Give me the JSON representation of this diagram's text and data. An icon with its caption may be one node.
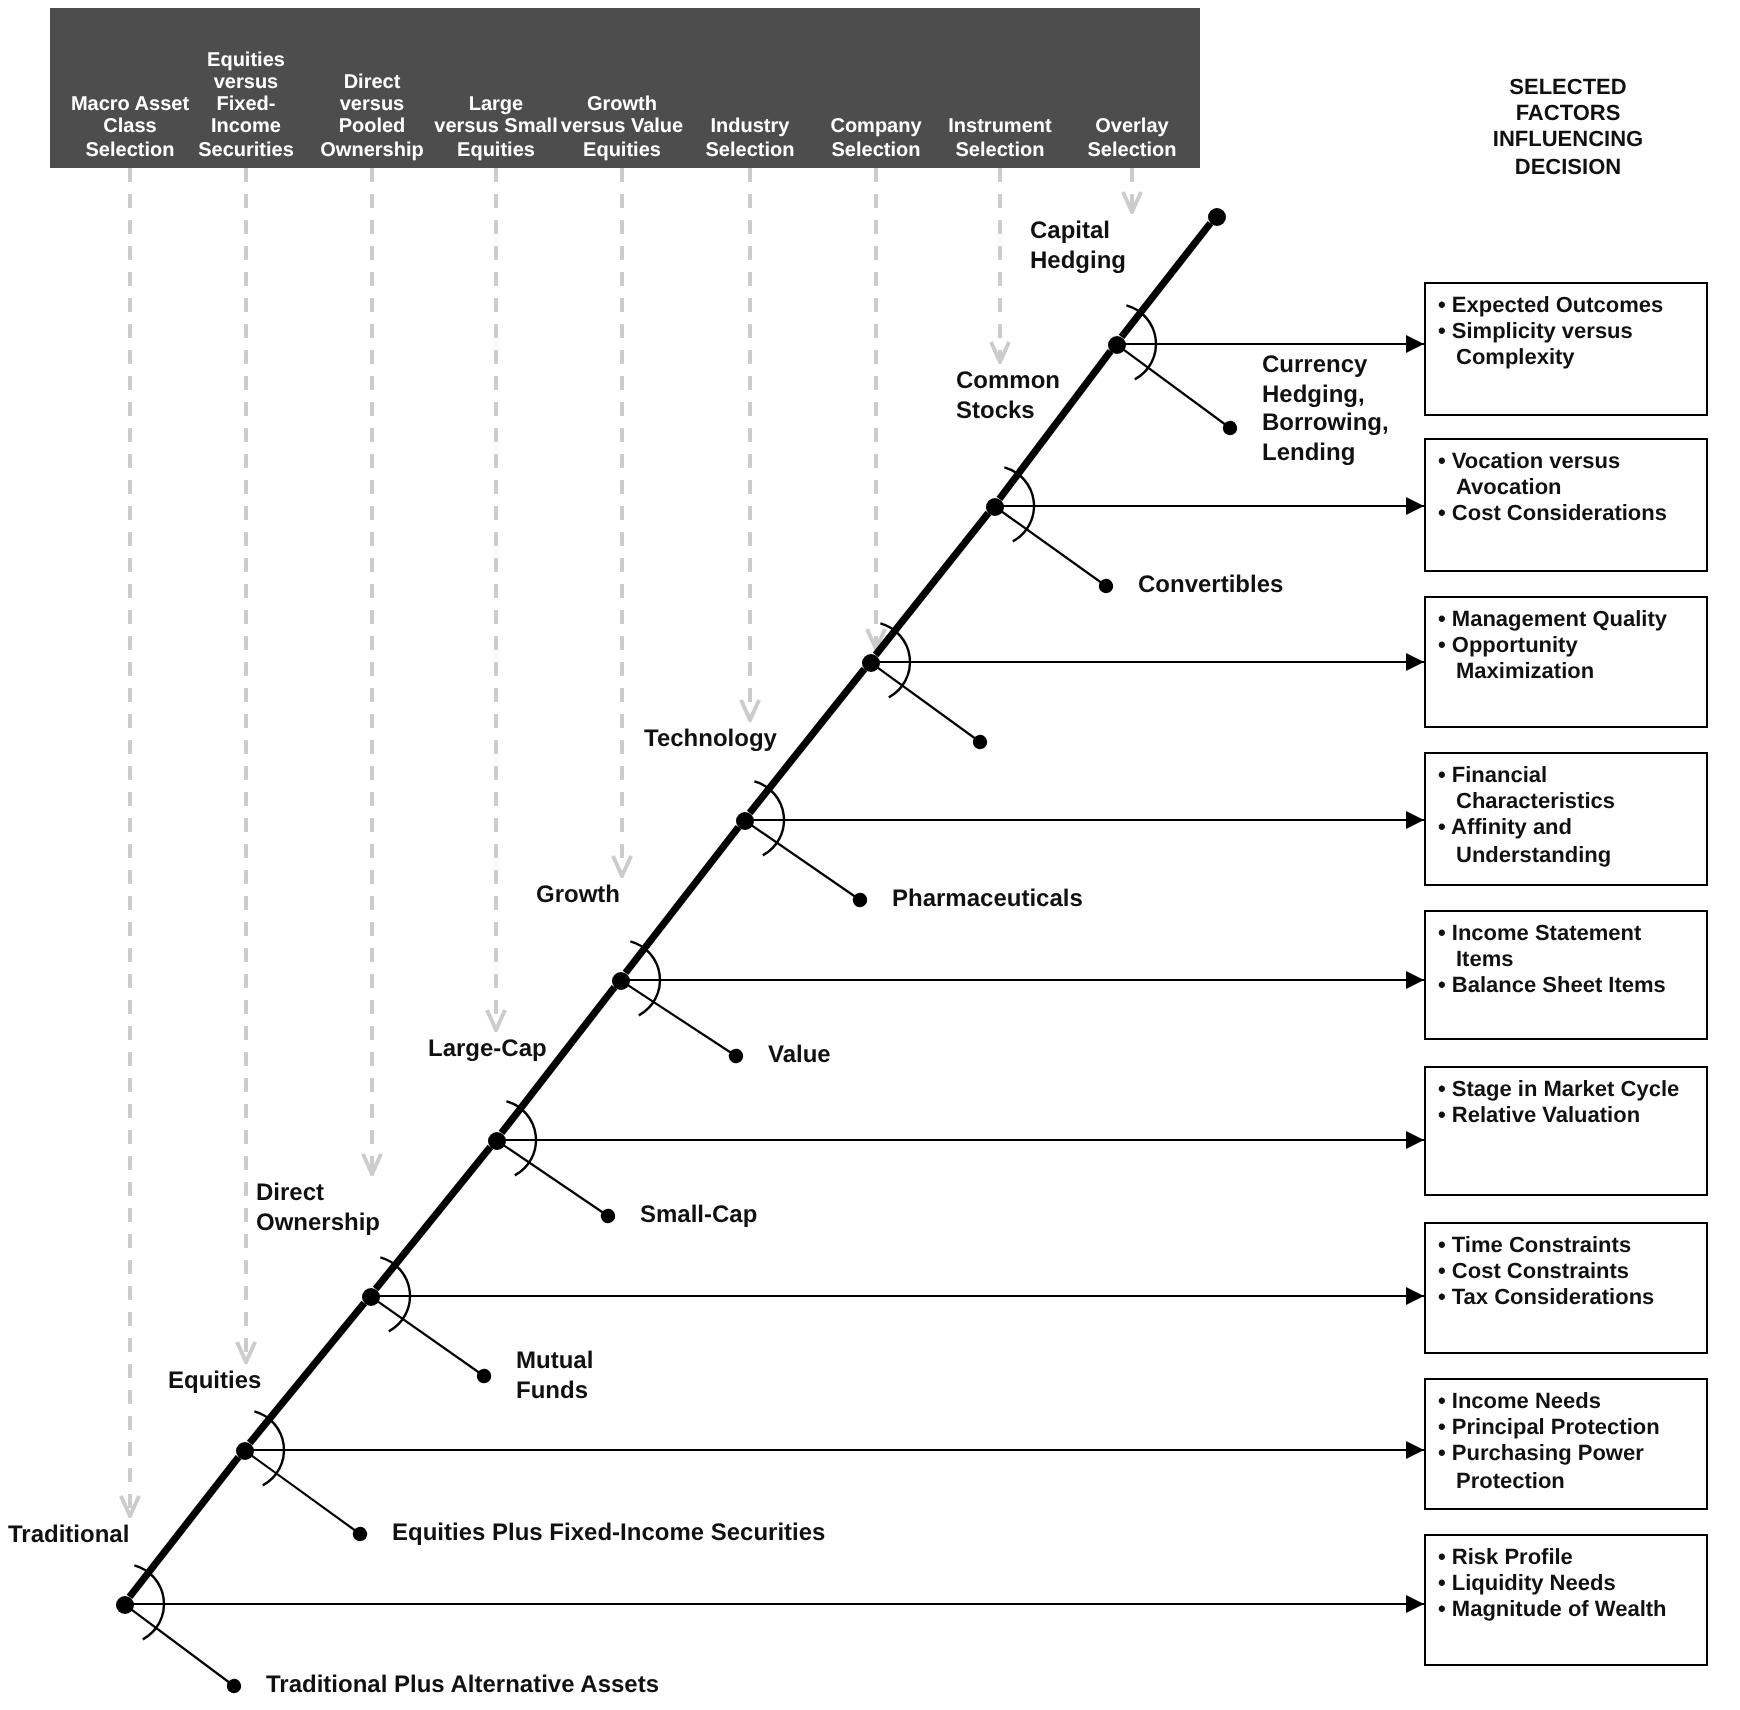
{
  "diagram": {
    "nodes": [
      {
        "text": [],
        "shape": "box"
      },
      {
        "text": [
          "Macro Asset Class Selection"
        ],
        "in": 0
      },
      {
        "text": [
          "Equities versus Fixed-Income Securities"
        ],
        "in": 0
      },
      {
        "text": [
          "Direct versus Pooled Ownership"
        ],
        "in": 0
      },
      {
        "text": [
          "Large versus Small Equities"
        ],
        "in": 0
      },
      {
        "text": [
          "Growth versus Value Equities"
        ],
        "in": 0
      },
      {
        "text": [
          "Industry Selection"
        ],
        "in": 0
      },
      {
        "text": [
          "Company Selection"
        ],
        "in": 0
      },
      {
        "text": [
          "Instrument Selection"
        ],
        "in": 0
      },
      {
        "text": [
          "Overlay Selection"
        ],
        "in": 0
      },
      {
        "text": [
          "Capital Hedging"
        ]
      },
      {
        "text": [],
        "shape": "circle"
      },
      {
        "text": [
          "Currency Hedging, Borrowing, Lending"
        ]
      },
      {
        "text": [
          "• Expected Outcomes",
          "• Simplicity versus Complexity"
        ]
      },
      {
        "text": [
          "Common Stocks"
        ]
      },
      {
        "text": [],
        "shape": "circle"
      },
      {
        "text": [
          "Convertibles"
        ]
      },
      {
        "text": [
          "• Vocation versus Avocation",
          "• Cost Considerations"
        ]
      },
      {
        "text": [],
        "shape": "circle"
      },
      {
        "text": [
          "• Management Quality",
          "• Opportunity Maximization"
        ]
      },
      {
        "text": [
          "Technology"
        ]
      },
      {
        "text": [],
        "shape": "circle"
      },
      {
        "text": [
          "Pharmaceuticals"
        ]
      },
      {
        "text": [
          "• Financial Characteristics",
          "• Affinity and Understanding"
        ]
      },
      {
        "text": [
          "Growth"
        ]
      },
      {
        "text": [],
        "shape": "circle"
      },
      {
        "text": [
          "Value"
        ]
      },
      {
        "text": [
          "• Income Statement Items",
          "• Balance Sheet Items"
        ]
      },
      {
        "text": [
          "Large-Cap"
        ]
      },
      {
        "text": [],
        "shape": "circle"
      },
      {
        "text": [
          "Small-Cap"
        ]
      },
      {
        "text": [
          "• Stage in Market Cycle",
          "• Relative Valuation"
        ]
      },
      {
        "text": [
          "Direct Ownership"
        ]
      },
      {
        "text": [],
        "shape": "circle"
      },
      {
        "text": [
          "Mutual Funds"
        ]
      },
      {
        "text": [
          "• Time Constraints",
          "• Cost Constraints",
          "• Tax Considerations"
        ]
      },
      {
        "text": [
          "Equities"
        ]
      },
      {
        "text": [],
        "shape": "circle"
      },
      {
        "text": [
          "Equities Plus Fixed-Income Securities"
        ]
      },
      {
        "text": [
          "• Income Needs",
          "• Principal Protection",
          "• Purchasing Power Protection"
        ]
      },
      {
        "text": [
          "Traditional"
        ]
      },
      {
        "text": [],
        "shape": "circle"
      },
      {
        "text": [
          "Traditional Plus Alternative Assets"
        ]
      },
      {
        "text": [
          "• Risk Profile",
          "• Liquidity Needs",
          "• Magnitude of Wealth"
        ]
      },
      {
        "text": [],
        "shape": "circle"
      }
    ],
    "edges": [
      {
        "from": 1,
        "to": 40,
        "arrow": "to",
        "style": "dashed",
        "color": "#cccccc"
      },
      {
        "from": 2,
        "to": 36,
        "arrow": "to",
        "style": "dashed",
        "color": "#cccccc"
      },
      {
        "from": 3,
        "to": 32,
        "arrow": "to",
        "style": "dashed",
        "color": "#cccccc"
      },
      {
        "from": 4,
        "to": 28,
        "arrow": "to",
        "style": "dashed",
        "color": "#cccccc"
      },
      {
        "from": 5,
        "to": 24,
        "arrow": "to",
        "style": "dashed",
        "color": "#cccccc"
      },
      {
        "from": 6,
        "to": 20,
        "arrow": "to",
        "style": "dashed",
        "color": "#cccccc"
      },
      {
        "from": 7,
        "to": 18,
        "arrow": "to",
        "style": "dashed",
        "color": "#cccccc"
      },
      {
        "from": 8,
        "to": 14,
        "arrow": "to",
        "style": "dashed",
        "color": "#cccccc"
      },
      {
        "from": 9,
        "to": 10,
        "arrow": "to",
        "style": "dashed",
        "color": "#cccccc"
      },
      {
        "from": 41,
        "to": 37,
        "arrow": "none",
        "style": "thick"
      },
      {
        "from": 37,
        "to": 33,
        "arrow": "none",
        "style": "thick"
      },
      {
        "from": 33,
        "to": 29,
        "arrow": "none",
        "style": "thick"
      },
      {
        "from": 29,
        "to": 25,
        "arrow": "none",
        "style": "thick"
      },
      {
        "from": 25,
        "to": 21,
        "arrow": "none",
        "style": "thick"
      },
      {
        "from": 21,
        "to": 18,
        "arrow": "none",
        "style": "thick"
      },
      {
        "from": 18,
        "to": 15,
        "arrow": "none",
        "style": "thick"
      },
      {
        "from": 15,
        "to": 11,
        "arrow": "none",
        "style": "thick"
      },
      {
        "from": 11,
        "to": 44,
        "arrow": "none",
        "style": "thick"
      },
      {
        "from": 41,
        "to": 42,
        "arrow": "other"
      },
      {
        "from": 37,
        "to": 38,
        "arrow": "other"
      },
      {
        "from": 33,
        "to": 34,
        "arrow": "other"
      },
      {
        "from": 29,
        "to": 30,
        "arrow": "other"
      },
      {
        "from": 25,
        "to": 26,
        "arrow": "other"
      },
      {
        "from": 21,
        "to": 22,
        "arrow": "other"
      },
      {
        "from": 18,
        "to": null,
        "arrow": "other"
      },
      {
        "from": 15,
        "to": 16,
        "arrow": "other"
      },
      {
        "from": 11,
        "to": 12,
        "arrow": "other"
      },
      {
        "from": 41,
        "to": 43,
        "arrow": "to"
      },
      {
        "from": 37,
        "to": 39,
        "arrow": "to"
      },
      {
        "from": 33,
        "to": 35,
        "arrow": "to"
      },
      {
        "from": 29,
        "to": 31,
        "arrow": "to"
      },
      {
        "from": 25,
        "to": 27,
        "arrow": "to"
      },
      {
        "from": 21,
        "to": 23,
        "arrow": "to"
      },
      {
        "from": 18,
        "to": 19,
        "arrow": "to"
      },
      {
        "from": 15,
        "to": 17,
        "arrow": "to"
      },
      {
        "from": 11,
        "to": 13,
        "arrow": "to"
      }
    ],
    "labels": [
      "SELECTED FACTORS INFLUENCING DECISION"
    ]
  }
}
